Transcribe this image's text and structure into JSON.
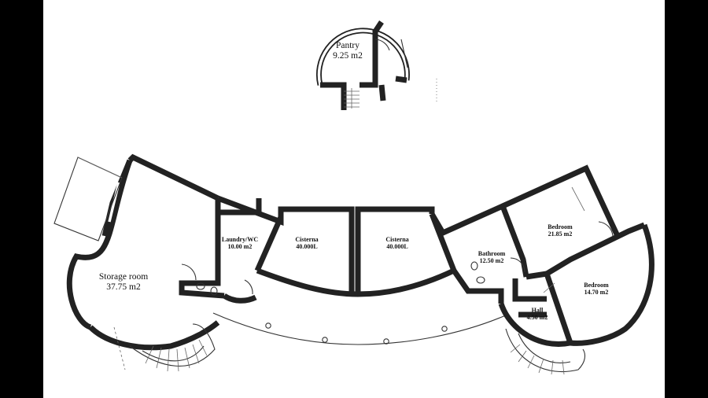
{
  "rooms": {
    "pantry": {
      "name": "Pantry",
      "area": "9.25 m2"
    },
    "storage": {
      "name": "Storage room",
      "area": "37.75 m2"
    },
    "laundry": {
      "name": "Laundry/WC",
      "area": "10.00 m2"
    },
    "cistern_left": {
      "name": "Cisterna",
      "area": "40.000L"
    },
    "cistern_right": {
      "name": "Cisterna",
      "area": "40.000L"
    },
    "bathroom": {
      "name": "Bathroom",
      "area": "12.50 m2"
    },
    "bedroom_1": {
      "name": "Bedroom",
      "area": "21.85 m2"
    },
    "bedroom_2": {
      "name": "Bedroom",
      "area": "14.70 m2"
    },
    "hall": {
      "name": "Hall",
      "area": "4.50 m2"
    }
  },
  "colors": {
    "background": "#000000",
    "paper": "#ffffff",
    "ink": "#222222"
  }
}
